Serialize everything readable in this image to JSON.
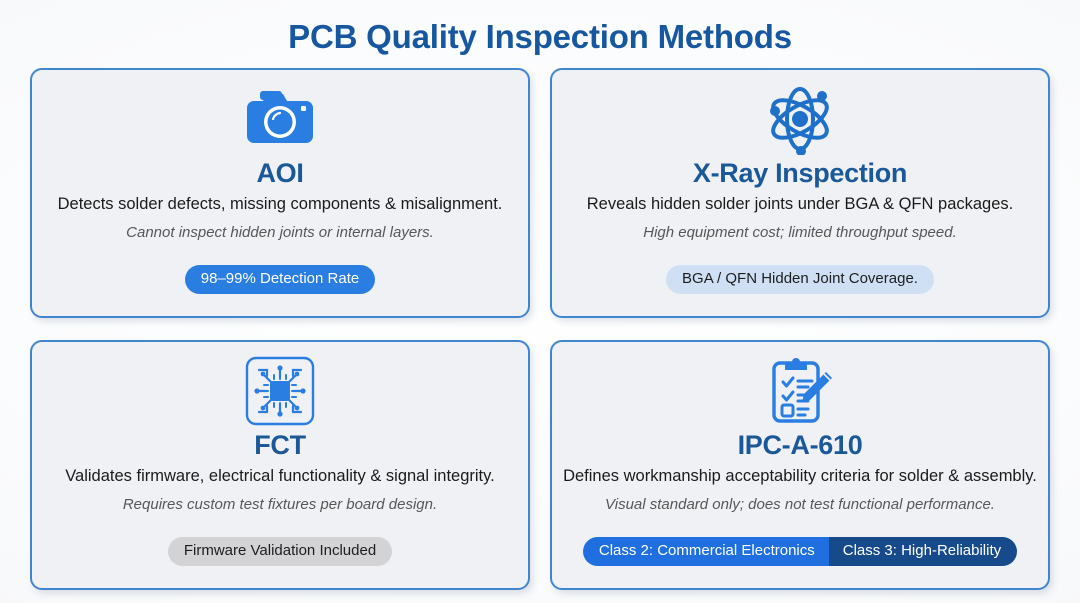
{
  "header": {
    "title": "PCB Quality Inspection Methods",
    "title_color": "#17579f"
  },
  "theme": {
    "card_bg": "#eff1f5",
    "card_border": "#3f86cf",
    "accent_blue": "#2a7de1",
    "heading_blue": "#1b5898",
    "dark_blue": "#174a8a",
    "page_bg": "#ffffff"
  },
  "cards": [
    {
      "id": "aoi",
      "icon": "camera-icon",
      "title": "AOI",
      "description": "Detects solder defects, missing components & misalignment.",
      "note": "Cannot inspect hidden joints or internal layers.",
      "badges": [
        {
          "label": "98–99% Detection Rate",
          "style": "solid-blue"
        }
      ]
    },
    {
      "id": "x-ray-inspection",
      "icon": "atom-icon",
      "title": "X-Ray Inspection",
      "description": "Reveals hidden solder joints under BGA & QFN packages.",
      "note": "High equipment cost; limited throughput speed.",
      "badges": [
        {
          "label": "BGA / QFN Hidden Joint Coverage.",
          "style": "light-blue"
        }
      ]
    },
    {
      "id": "fct",
      "icon": "circuit-chip-icon",
      "title": "FCT",
      "description": "Validates firmware, electrical functionality & signal integrity.",
      "note": "Requires custom test fixtures per board design.",
      "badges": [
        {
          "label": "Firmware Validation Included",
          "style": "gray"
        }
      ]
    },
    {
      "id": "ipc-a-610",
      "icon": "clipboard-check-pencil-icon",
      "title": "IPC-A-610",
      "description": "Defines workmanship acceptability criteria for solder & assembly.",
      "note": "Visual standard only; does not test functional performance.",
      "badges": [
        {
          "label": "Class 2: Commercial Electronics",
          "style": "pair-left"
        },
        {
          "label": "Class 3: High-Reliability",
          "style": "pair-right"
        }
      ]
    }
  ]
}
